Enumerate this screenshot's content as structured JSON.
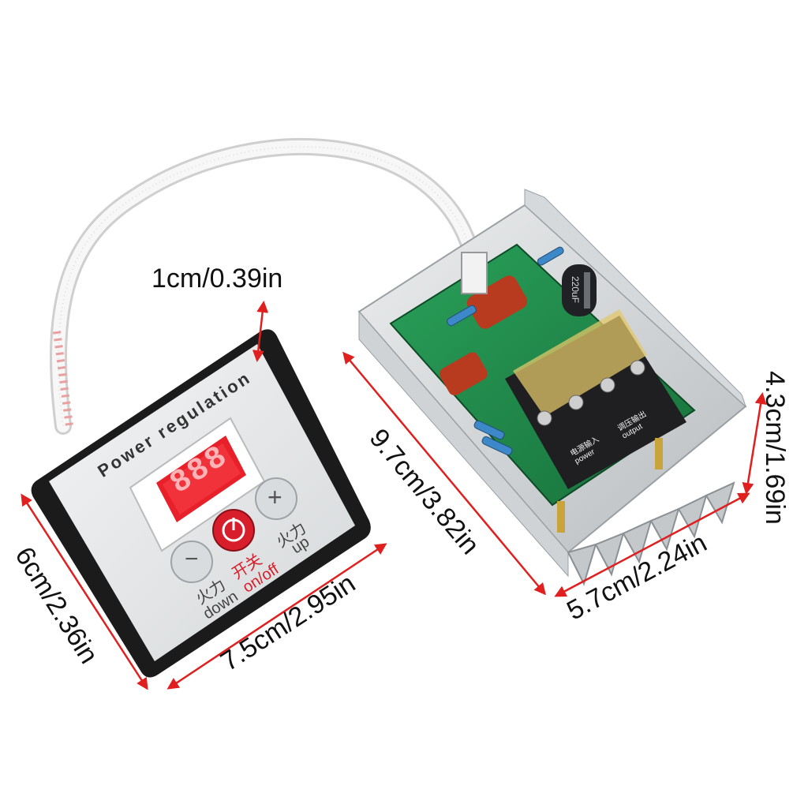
{
  "panel": {
    "title": "Power regulation",
    "display_digits": "888",
    "power_label_cn": "开关",
    "power_label_en": "on/off",
    "down_label_cn": "火力",
    "down_label_en": "down",
    "up_label_cn": "火力",
    "up_label_en": "up",
    "minus_symbol": "−",
    "plus_symbol": "+"
  },
  "board": {
    "terminal_input_cn": "电源输入",
    "terminal_input_en": "power",
    "terminal_output_cn": "调压输出",
    "terminal_output_en": "output",
    "capacitor_marking": "220uF"
  },
  "dimensions": {
    "panel_thickness": "1cm/0.39in",
    "panel_height": "6cm/2.36in",
    "panel_width": "7.5cm/2.95in",
    "module_length": "9.7cm/3.82in",
    "module_width": "5.7cm/2.24in",
    "module_height": "4.3cm/1.69in"
  },
  "colors": {
    "dimension_arrow": "#e01f1f",
    "led_red": "#e8202a",
    "pcb_green": "#1f8a4a",
    "panel_face": "#e7e9eb",
    "panel_border": "#1b1b1b"
  }
}
